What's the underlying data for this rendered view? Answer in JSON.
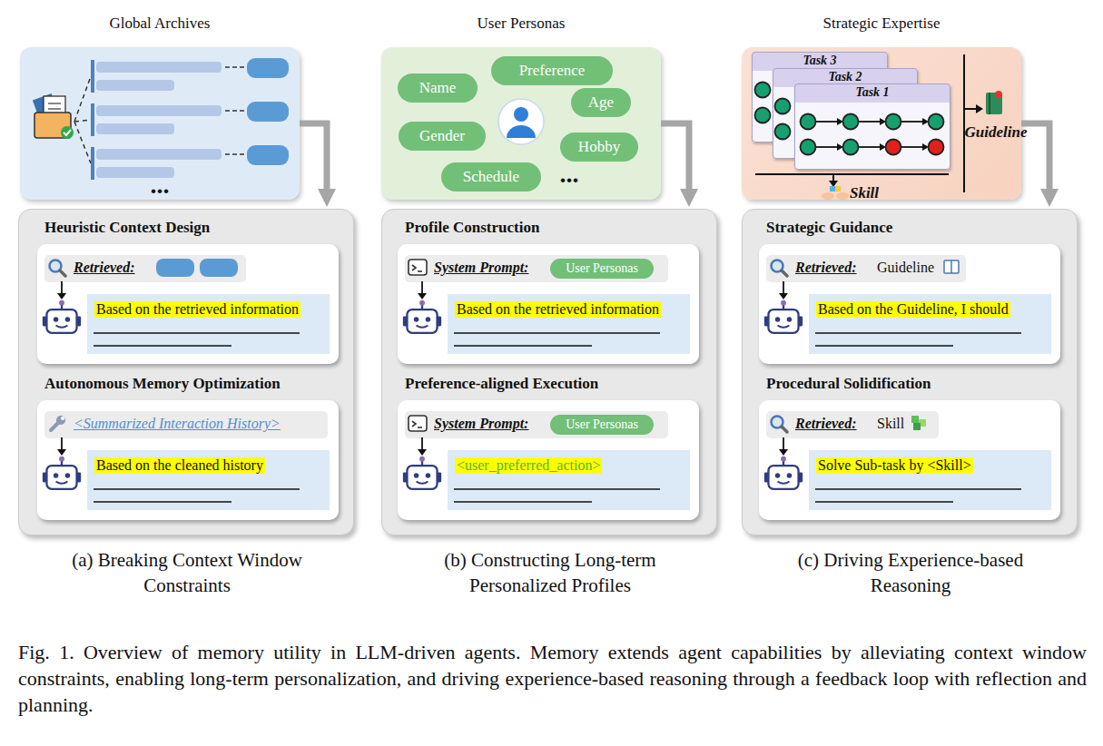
{
  "diagram": {
    "caption": "Fig. 1. Overview of memory utility in LLM-driven agents. Memory extends agent capabilities by alleviating context window constraints, enabling long-term personalization, and driving experience-based reasoning through a feedback loop with reflection and planning.",
    "nodes": [
      {
        "text": [
          "Global Archives",
          "..."
        ]
      },
      {
        "text": [
          "(a) Breaking Context Window Constraints"
        ]
      },
      {
        "text": [
          "Heuristic Context Design"
        ],
        "in": 1
      },
      {
        "text": [
          "Retrieved:"
        ],
        "in": 2
      },
      {
        "text": [
          "Based on the retrieved information"
        ],
        "in": 2
      },
      {
        "text": [
          "Autonomous Memory Optimization"
        ],
        "in": 1
      },
      {
        "text": [
          "<Summarized Interaction History>"
        ],
        "in": 5
      },
      {
        "text": [
          "Based on the cleaned history"
        ],
        "in": 5
      },
      {
        "text": [
          "User Personas",
          "..."
        ]
      },
      {
        "text": [
          "Preference"
        ],
        "in": 8
      },
      {
        "text": [
          "Name"
        ],
        "in": 8
      },
      {
        "text": [
          "Age"
        ],
        "in": 8
      },
      {
        "text": [
          "Gender"
        ],
        "in": 8
      },
      {
        "text": [
          "Hobby"
        ],
        "in": 8
      },
      {
        "text": [
          "Schedule"
        ],
        "in": 8
      },
      {
        "text": [
          "(b) Constructing Long-term Personalized Profiles"
        ]
      },
      {
        "text": [
          "Profile Construction"
        ],
        "in": 15
      },
      {
        "text": [
          "System Prompt:"
        ],
        "in": 16
      },
      {
        "text": [
          "User Personas"
        ],
        "in": 17
      },
      {
        "text": [
          "Based on the retrieved information"
        ],
        "in": 16
      },
      {
        "text": [
          "Preference-aligned Execution"
        ],
        "in": 15
      },
      {
        "text": [
          "System Prompt:"
        ],
        "in": 20
      },
      {
        "text": [
          "User Personas"
        ],
        "in": 21
      },
      {
        "text": [
          "<user_preferred_action>"
        ],
        "in": 20
      },
      {
        "text": [
          "Strategic Expertise",
          "Guideline",
          "Skill"
        ]
      },
      {
        "text": [
          "Task 3"
        ],
        "in": 24
      },
      {
        "text": [
          "Task 2"
        ],
        "in": 24
      },
      {
        "text": [
          "Task 1"
        ],
        "in": 24
      },
      {
        "text": [
          "(c) Driving Experience-based Reasoning"
        ]
      },
      {
        "text": [
          "Strategic Guidance"
        ],
        "in": 28
      },
      {
        "text": [
          "Retrieved:",
          "Guideline"
        ],
        "in": 29
      },
      {
        "text": [
          "Based on the Guideline, I should"
        ],
        "in": 29
      },
      {
        "text": [
          "Procedural Solidification"
        ],
        "in": 28
      },
      {
        "text": [
          "Retrieved:",
          "Skill"
        ],
        "in": 32
      },
      {
        "text": [
          "Solve Sub-task by <Skill>"
        ],
        "in": 32
      }
    ],
    "edges": [
      {
        "from": 0,
        "to": 1,
        "arrow": "to"
      },
      {
        "from": 8,
        "to": 15,
        "arrow": "to"
      },
      {
        "from": 24,
        "to": 28,
        "arrow": "to"
      }
    ]
  }
}
